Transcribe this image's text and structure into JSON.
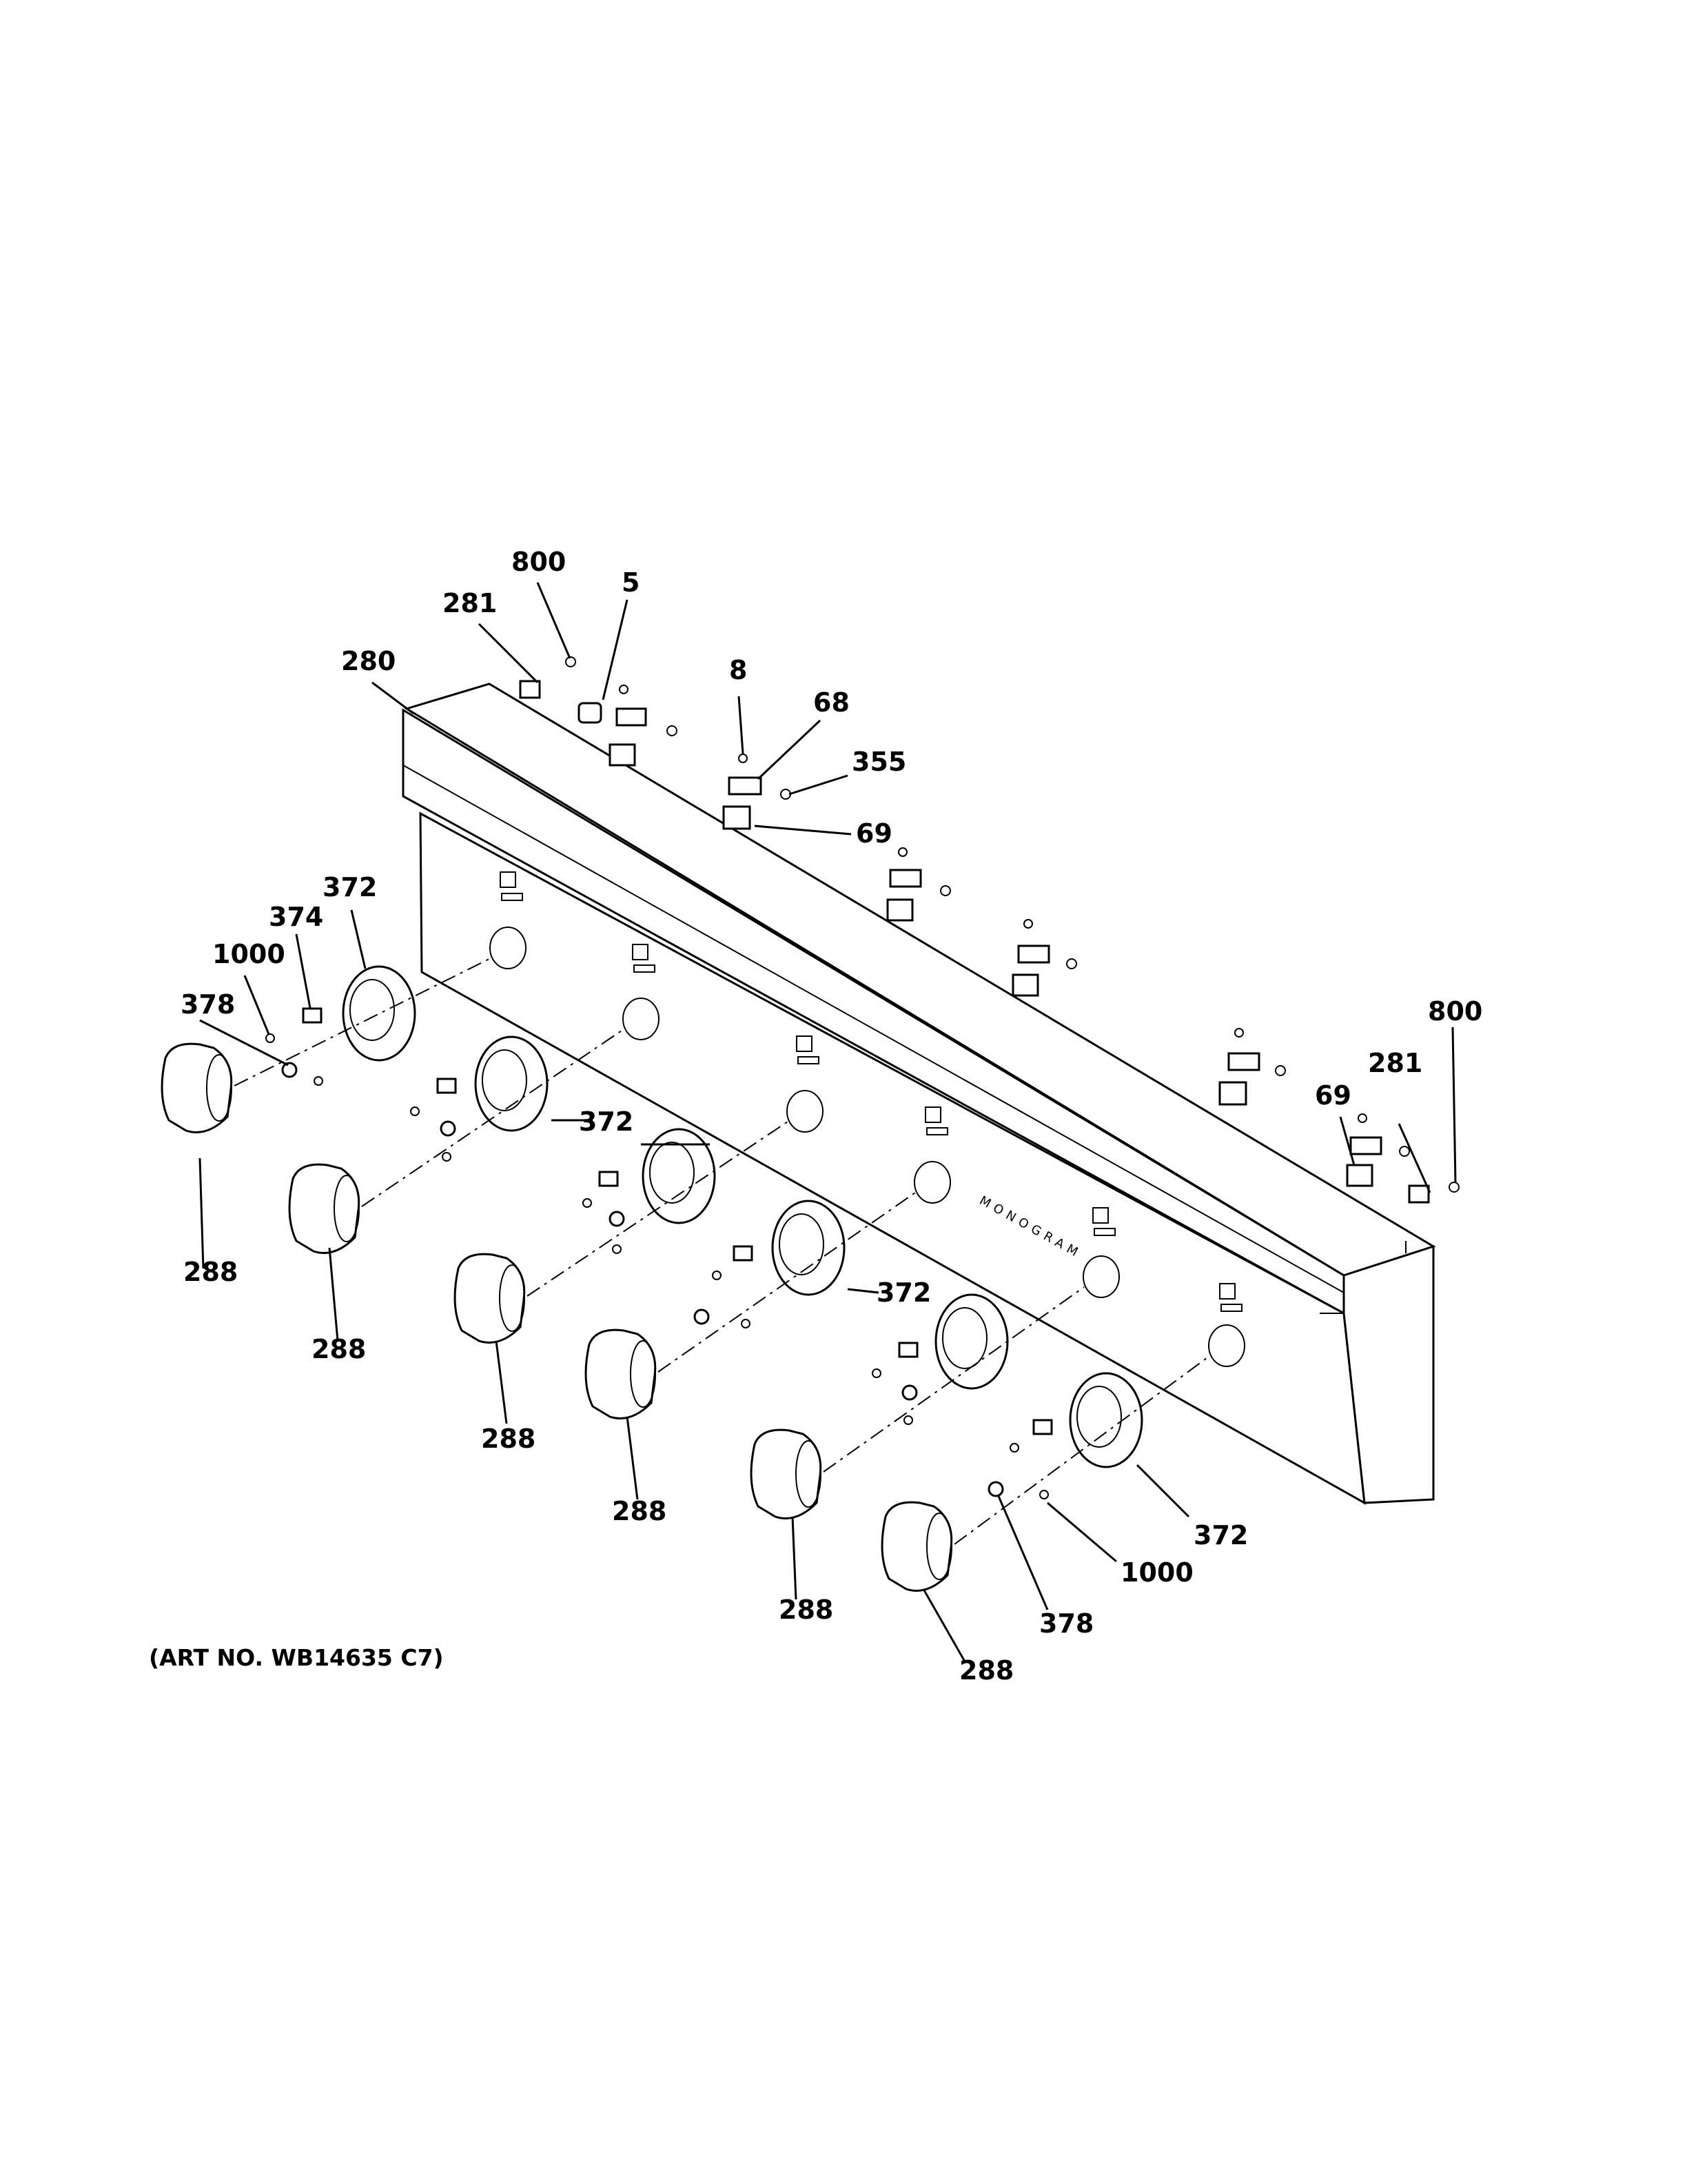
{
  "diagram": {
    "art_number": "(ART NO. WB14635 C7)",
    "panel_brand": "MONOGRAM",
    "callouts": [
      {
        "id": "c-800-a",
        "label": "800"
      },
      {
        "id": "c-5",
        "label": "5"
      },
      {
        "id": "c-281-a",
        "label": "281"
      },
      {
        "id": "c-280",
        "label": "280"
      },
      {
        "id": "c-8",
        "label": "8"
      },
      {
        "id": "c-68",
        "label": "68"
      },
      {
        "id": "c-355",
        "label": "355"
      },
      {
        "id": "c-69-a",
        "label": "69"
      },
      {
        "id": "c-372-a",
        "label": "372"
      },
      {
        "id": "c-374",
        "label": "374"
      },
      {
        "id": "c-1000-a",
        "label": "1000"
      },
      {
        "id": "c-378-a",
        "label": "378"
      },
      {
        "id": "c-288-1",
        "label": "288"
      },
      {
        "id": "c-288-2",
        "label": "288"
      },
      {
        "id": "c-372-b",
        "label": "372"
      },
      {
        "id": "c-288-3",
        "label": "288"
      },
      {
        "id": "c-372-c",
        "label": "372"
      },
      {
        "id": "c-288-4",
        "label": "288"
      },
      {
        "id": "c-288-5",
        "label": "288"
      },
      {
        "id": "c-288-6",
        "label": "288"
      },
      {
        "id": "c-378-b",
        "label": "378"
      },
      {
        "id": "c-1000-b",
        "label": "1000"
      },
      {
        "id": "c-372-d",
        "label": "372"
      },
      {
        "id": "c-800-b",
        "label": "800"
      },
      {
        "id": "c-281-b",
        "label": "281"
      },
      {
        "id": "c-69-b",
        "label": "69"
      }
    ]
  }
}
